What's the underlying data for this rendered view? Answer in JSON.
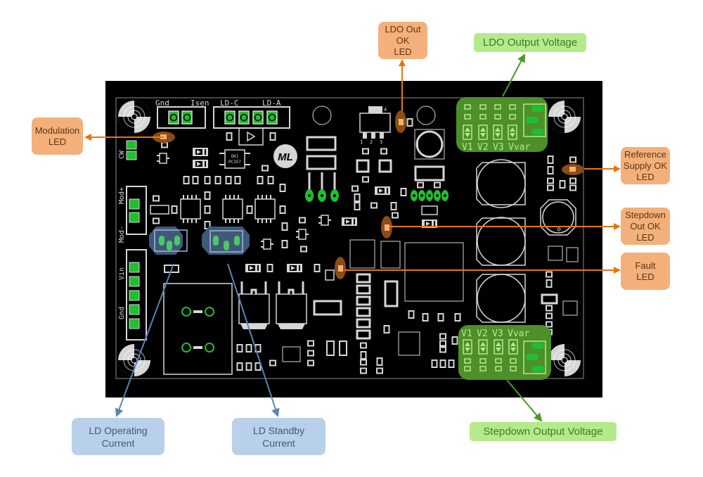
{
  "callouts": {
    "modulation_led": "Modulation\nLED",
    "ldo_out_ok_led": "LDO Out\nOK\nLED",
    "ldo_output_voltage": "LDO Output Voltage",
    "reference_supply_ok_led": "Reference\nSupply OK\nLED",
    "stepdown_out_ok_led": "Stepdown\nOut OK\nLED",
    "fault_led": "Fault\nLED",
    "stepdown_output_voltage": "Stepdown Output Voltage",
    "ld_operating_current": "LD Operating\nCurrent",
    "ld_standby_current": "LD Standby\nCurrent"
  },
  "silkscreen": {
    "gnd_top": "Gnd",
    "isen": "Isen",
    "ld_c": "LD-C",
    "ld_a": "LD-A",
    "cw": "CW",
    "mod_plus": "Mod+",
    "mod_minus": "Mod-",
    "vin": "Vin",
    "gnd_side": "Gnd",
    "optocoupler_line1": "OK1",
    "optocoupler_line2": "PC357",
    "logo": "ML",
    "regulator_pin4": "4",
    "regulator_pin1": "1",
    "regulator_pin2": "2",
    "regulator_pin3": "3"
  },
  "jumper_labels": {
    "ldo": [
      "V1",
      "V2",
      "V3",
      "Vvar"
    ],
    "stepdown": [
      "V1",
      "V2",
      "V3",
      "Vvar"
    ]
  },
  "colors": {
    "board": "#000000",
    "led_callout": "#f4b07b",
    "led_arrow": "#e8750f",
    "voltage_callout": "#b5ea8c",
    "voltage_arrow": "#4a9a23",
    "jumper_area": "#4e8f2a",
    "current_callout": "#b8d0e8",
    "current_arrow": "#5a84b4",
    "current_area": "#3f5a78",
    "pad_green": "#1fbf2f",
    "silkscreen": "#d6d6d6"
  }
}
